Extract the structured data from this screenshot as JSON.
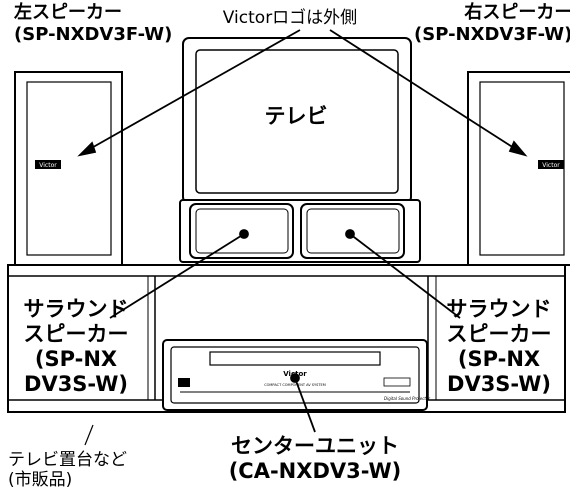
{
  "labels": {
    "left_speaker": [
      "左スピーカー",
      "(SP-NXDV3F-W)"
    ],
    "right_speaker": [
      "右スピーカー",
      "(SP-NXDV3F-W)"
    ],
    "logo_note": "Victorロゴは外側",
    "tv": "テレビ",
    "surround_left": [
      "サラウンド",
      "スピーカー",
      "(SP-NX",
      "DV3S-W)"
    ],
    "surround_right": [
      "サラウンド",
      "スピーカー",
      "(SP-NX",
      "DV3S-W)"
    ],
    "center_unit": [
      "センターユニット",
      "(CA-NXDV3-W)"
    ],
    "tv_stand": [
      "テレビ置台など",
      "(市販品)"
    ]
  },
  "logos": {
    "speaker_logo": "Victor",
    "unit_logo": "Victor"
  },
  "unit_texts": {
    "front_caption": "COMPACT COMPONENT AV SYSTEM",
    "projector": "Digital Sound Projector"
  }
}
